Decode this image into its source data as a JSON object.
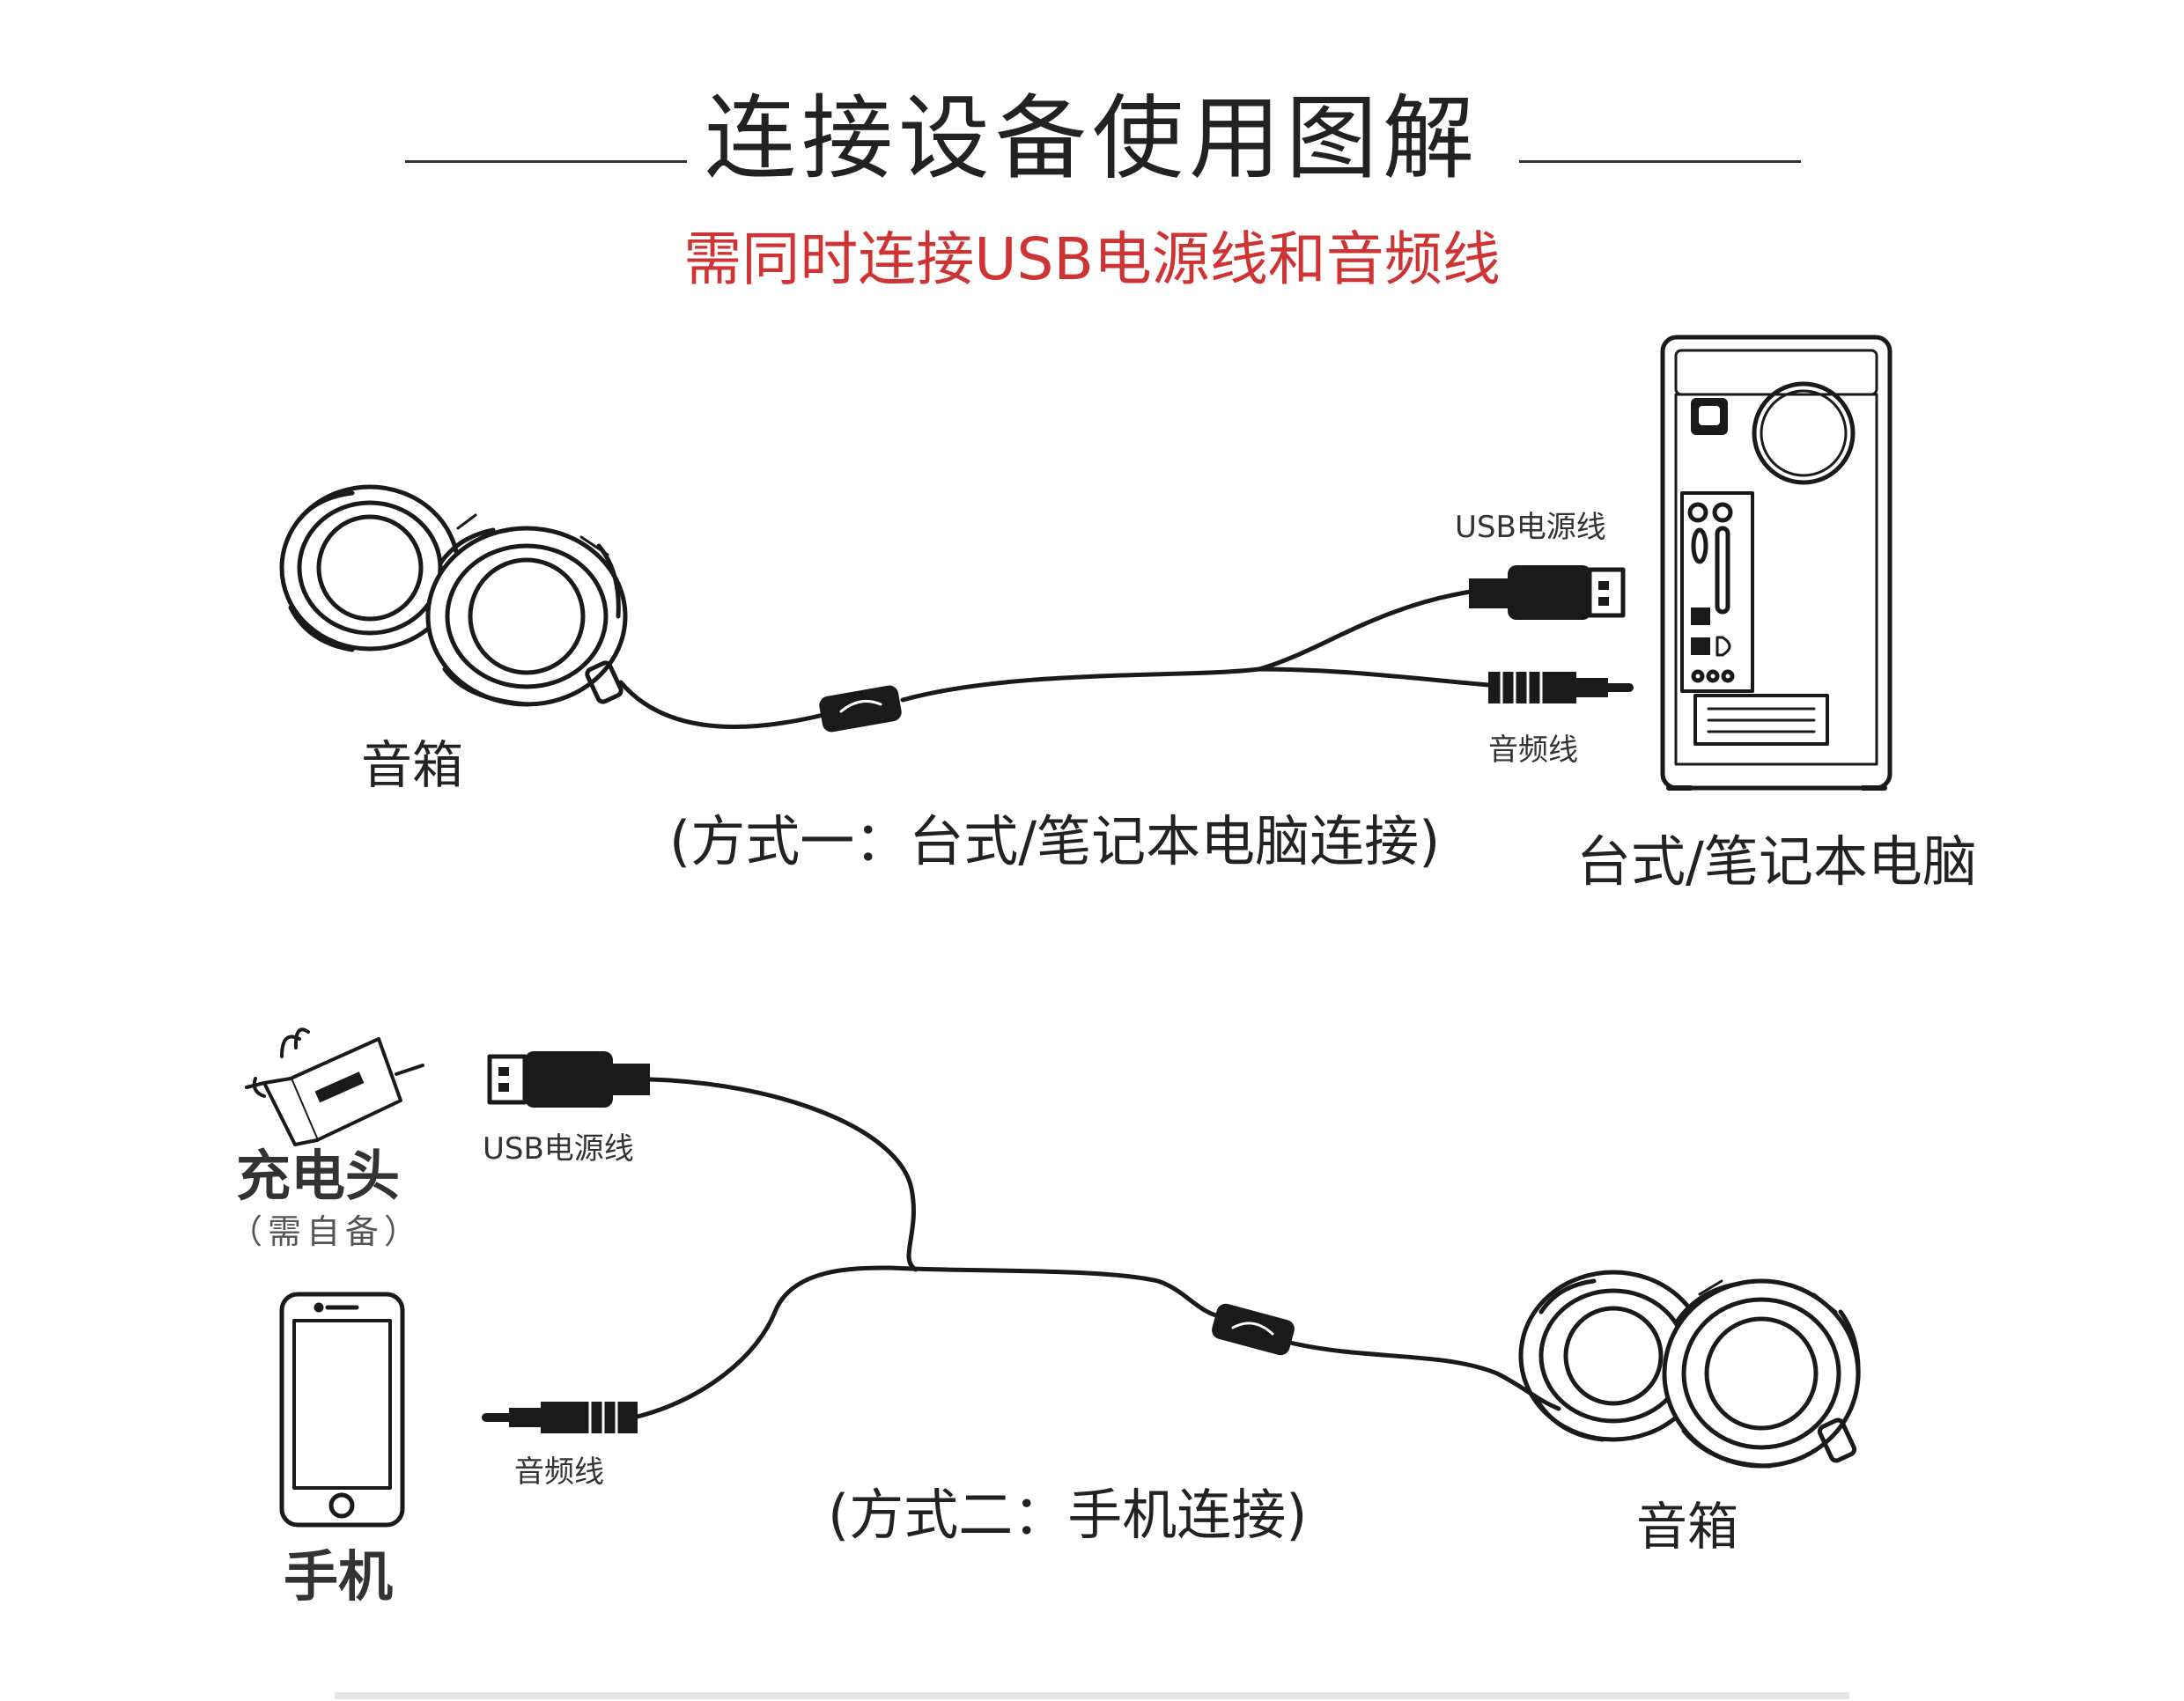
{
  "header": {
    "title": "连接设备使用图解",
    "subtitle": "需同时连接USB电源线和音频线",
    "subtitle_color": "#cf3434"
  },
  "method1": {
    "speaker_label": "音箱",
    "usb_cable_label": "USB电源线",
    "audio_cable_label": "音频线",
    "caption": "(方式一：台式/笔记本电脑连接)",
    "computer_label": "台式/笔记本电脑"
  },
  "method2": {
    "charger_label": "充电头",
    "charger_note": "（需自备）",
    "phone_label": "手机",
    "usb_cable_label": "USB电源线",
    "audio_cable_label": "音频线",
    "caption": "(方式二：手机连接)",
    "speaker_label": "音箱"
  },
  "icons": {
    "speakers": "speaker-pair-icon",
    "computer": "desktop-tower-icon",
    "usb_plug": "usb-plug-icon",
    "audio_plug": "audio-jack-icon",
    "inline_switch": "inline-volume-control-icon",
    "charger": "usb-charger-icon",
    "phone": "smartphone-icon"
  }
}
